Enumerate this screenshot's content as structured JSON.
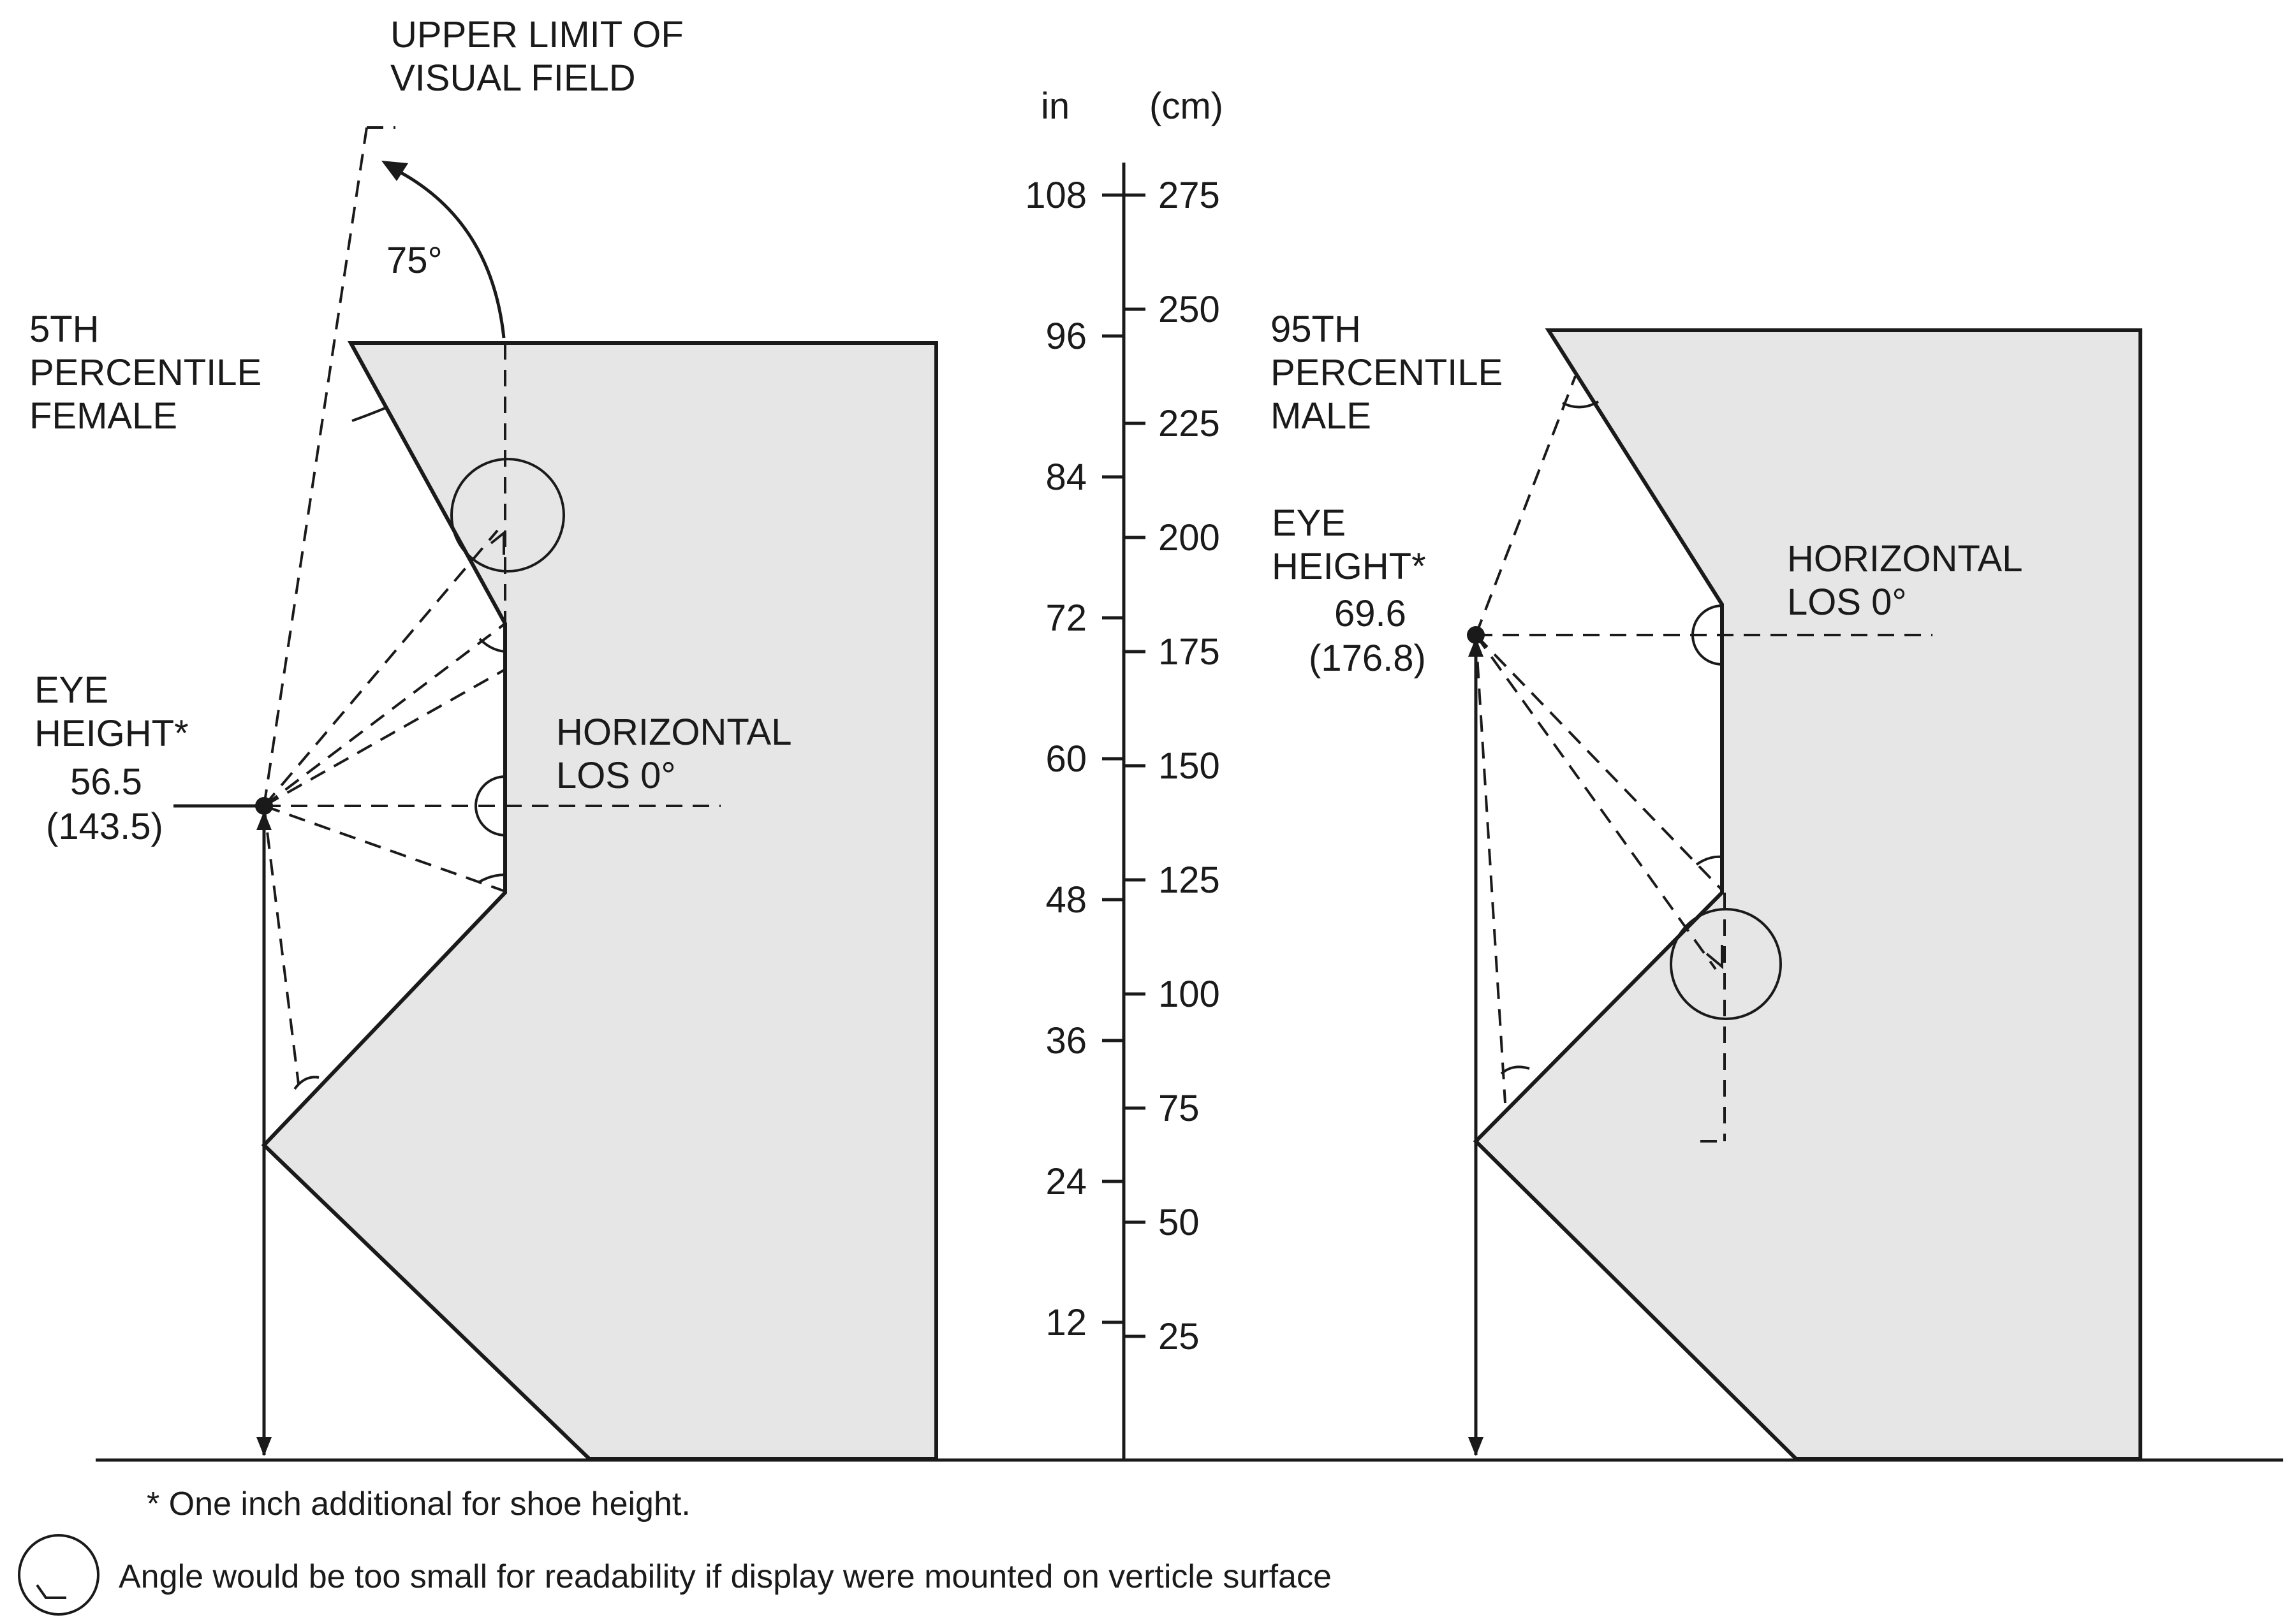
{
  "labels": {
    "upper_limit": [
      "UPPER LIMIT OF",
      "VISUAL FIELD"
    ],
    "angle_75": "75°",
    "female": [
      "5TH",
      "PERCENTILE",
      "FEMALE"
    ],
    "male": [
      "95TH",
      "PERCENTILE",
      "MALE"
    ],
    "eye_height_f": [
      "EYE",
      "HEIGHT*",
      "56.5",
      "(143.5)"
    ],
    "eye_height_m": [
      "EYE",
      "HEIGHT*",
      "69.6",
      "(176.8)"
    ],
    "horizontal_f": [
      "HORIZONTAL",
      "LOS 0°"
    ],
    "horizontal_m": [
      "HORIZONTAL",
      "LOS 0°"
    ]
  },
  "scale": {
    "in_unit": "in",
    "cm_unit": "(cm)",
    "inch_ticks": [
      "108",
      "96",
      "84",
      "72",
      "60",
      "48",
      "36",
      "24",
      "12"
    ],
    "cm_ticks": [
      "275",
      "250",
      "225",
      "200",
      "175",
      "150",
      "125",
      "100",
      "75",
      "50",
      "25"
    ]
  },
  "footnotes": {
    "shoe": "* One inch additional for shoe height.",
    "legend": "Angle would be too small for readability if display were mounted on verticle surface"
  }
}
